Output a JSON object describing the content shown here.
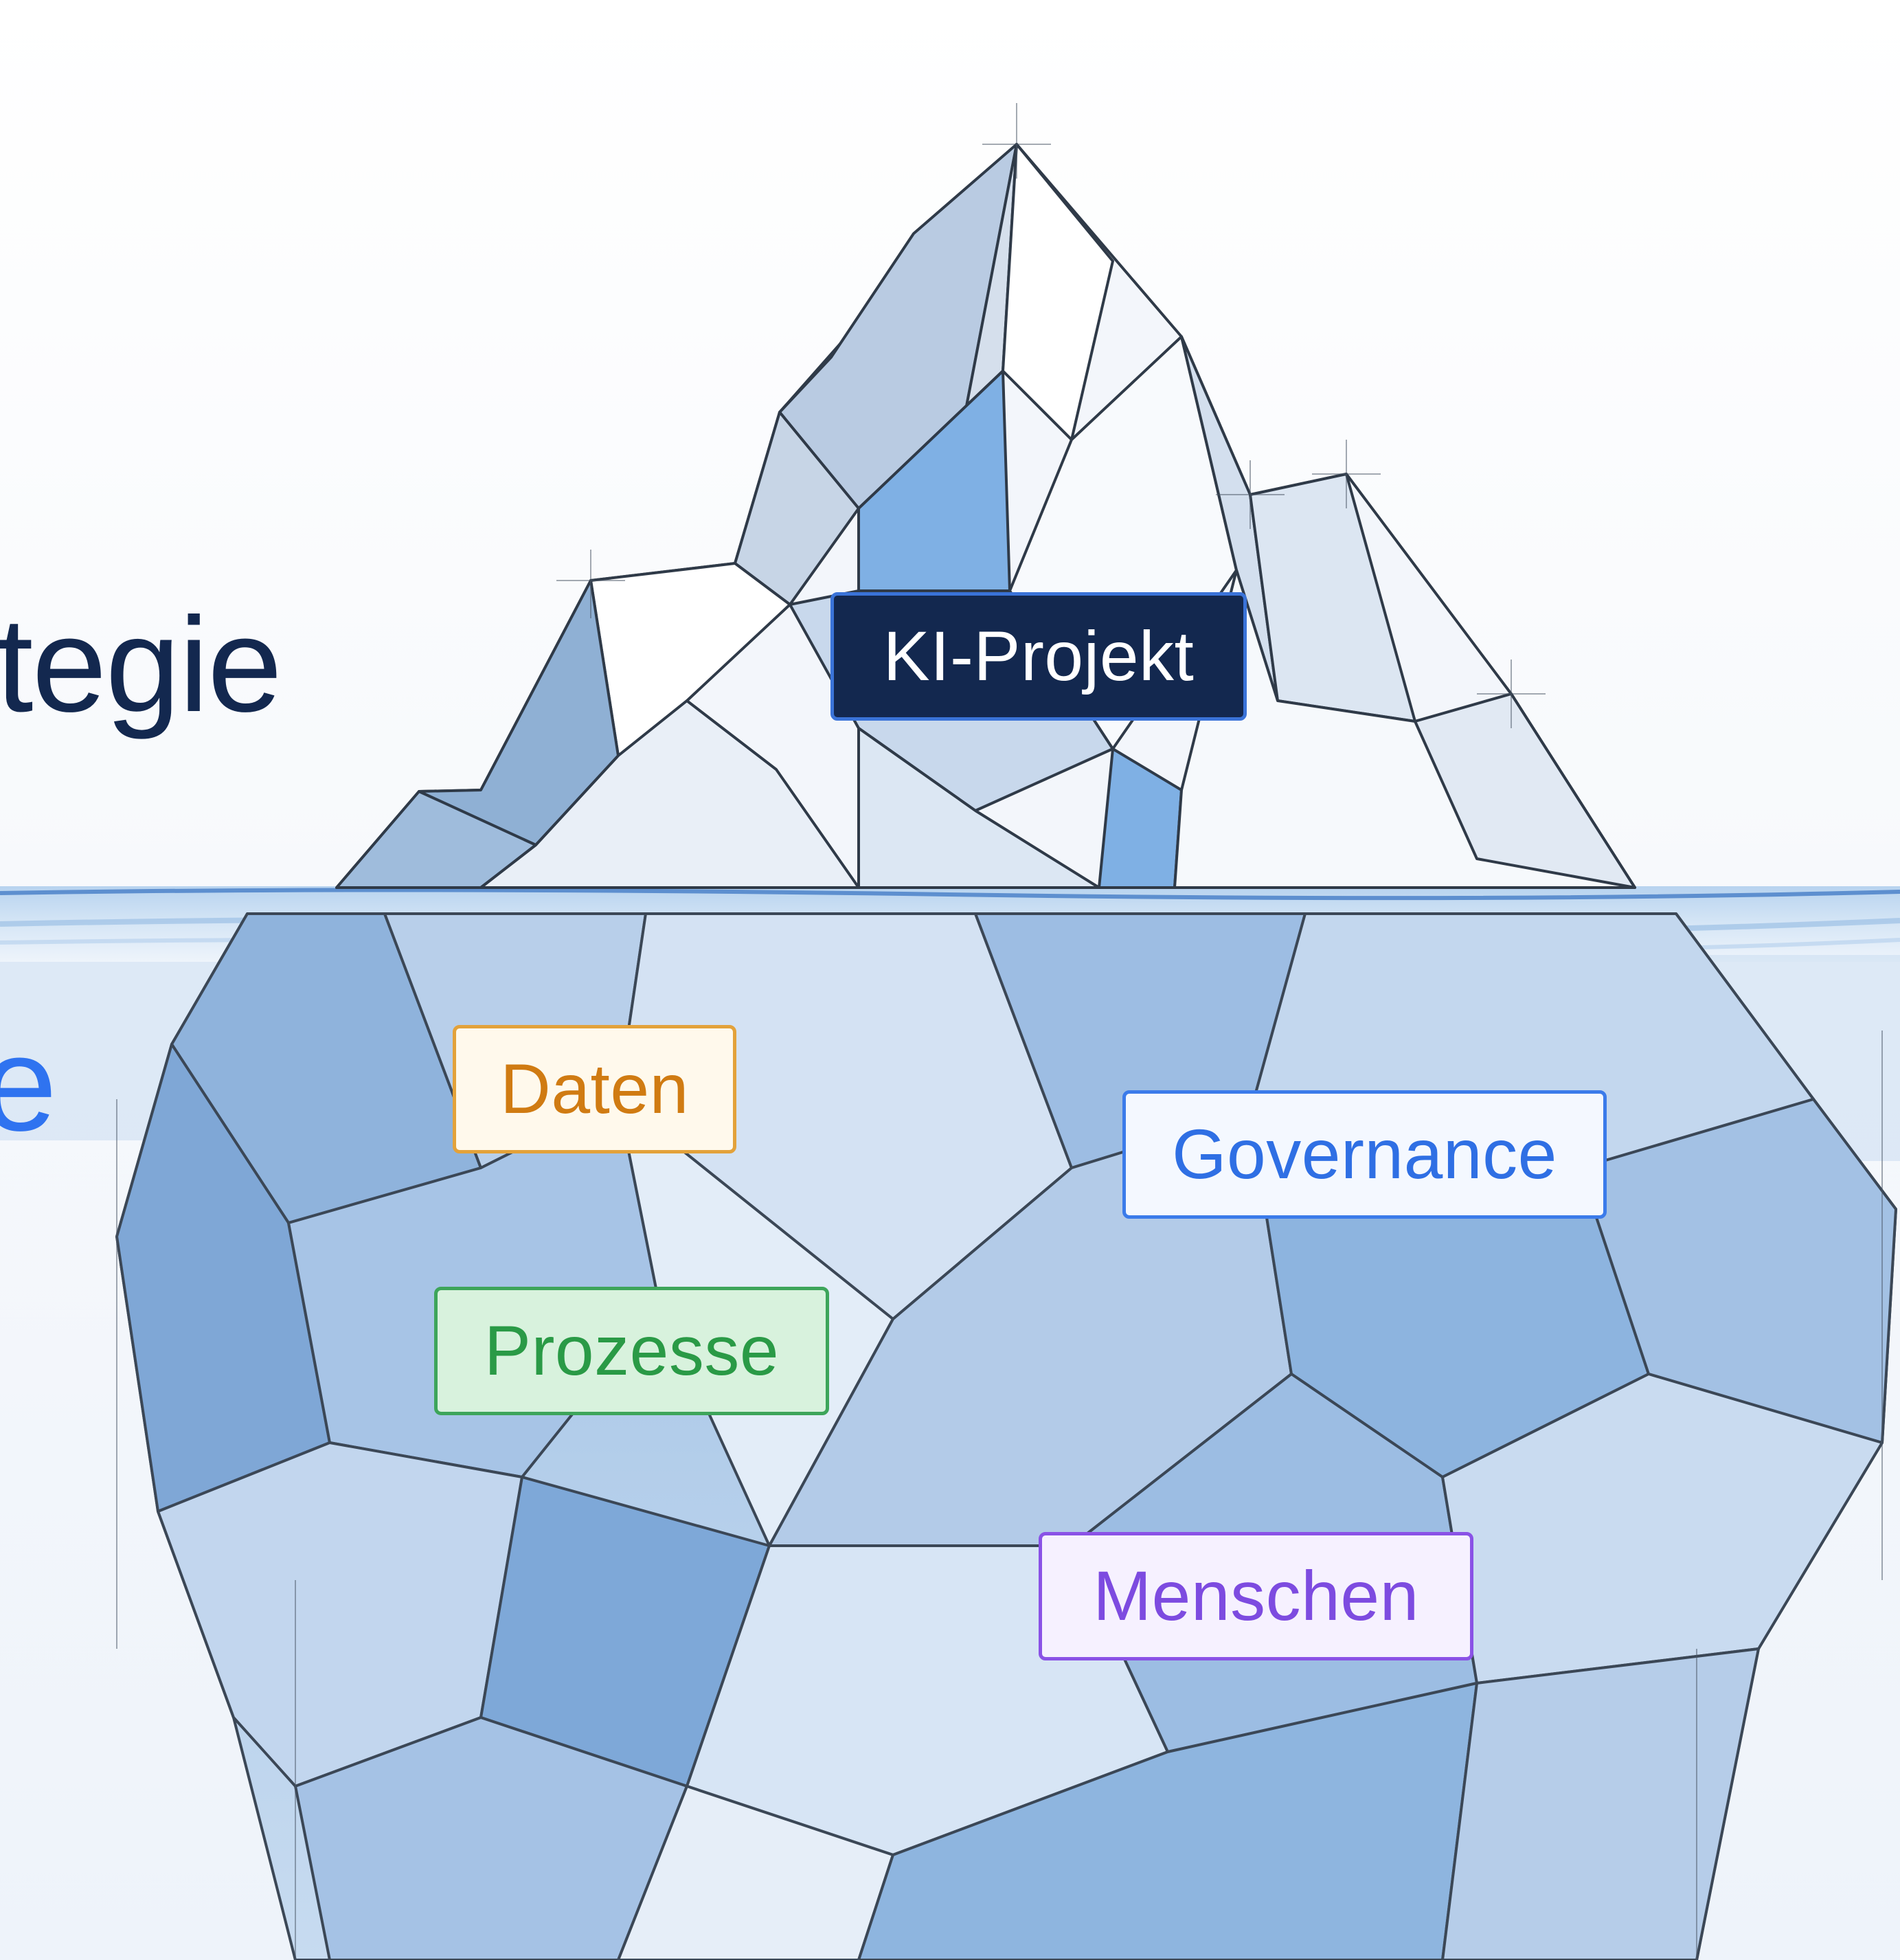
{
  "texts": {
    "title_fragment": "tegie",
    "subtitle_fragment": "e"
  },
  "labels": {
    "ki_projekt": "KI-Projekt",
    "daten": "Daten",
    "governance": "Governance",
    "prozesse": "Prozesse",
    "menschen": "Menschen"
  },
  "colors": {
    "title": "#13284f",
    "subtitle": "#2f73f0",
    "ki_projekt": {
      "bg": "#13284f",
      "border": "#3a73d8",
      "text": "#ffffff"
    },
    "daten": {
      "bg": "#fff9ec",
      "border": "#e3a23a",
      "text": "#d07b12"
    },
    "governance": {
      "bg": "#f4f8ff",
      "border": "#3b7bea",
      "text": "#2f6fe4"
    },
    "prozesse": {
      "bg": "#d8f2dd",
      "border": "#3da55a",
      "text": "#2a9a46"
    },
    "menschen": {
      "bg": "#f6f1ff",
      "border": "#8a52e6",
      "text": "#7d4be0"
    },
    "ice_light": "#eef4fb",
    "ice_mid": "#a9c6e6",
    "ice_dark": "#6f9fd4",
    "ice_line": "#2f3a48",
    "water": "#8fb9e6"
  }
}
